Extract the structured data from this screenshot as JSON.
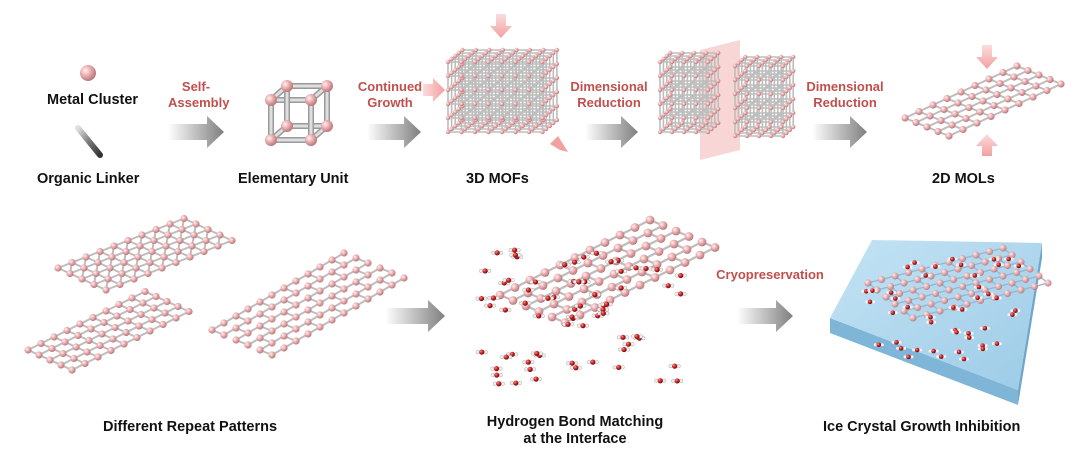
{
  "colors": {
    "node": "#e9a9ab",
    "bond": "#c9c9c9",
    "arrow": "#8c8c8c",
    "accent_text": "#c0504d",
    "ice": "#a8d3ec",
    "oxygen": "#c21b1b"
  },
  "legend": {
    "metal_cluster": "Metal Cluster",
    "organic_linker": "Organic Linker"
  },
  "top_row": {
    "elementary_unit": "Elementary Unit",
    "mofs_3d": "3D MOFs",
    "mols_2d": "2D MOLs",
    "step_self_assembly_1": "Self-",
    "step_self_assembly_2": "Assembly",
    "step_growth_1": "Continued",
    "step_growth_2": "Growth",
    "step_reduction_a1": "Dimensional",
    "step_reduction_a2": "Reduction",
    "step_reduction_b1": "Dimensional",
    "step_reduction_b2": "Reduction"
  },
  "bottom_row": {
    "patterns": "Different Repeat Patterns",
    "hbond_1": "Hydrogen Bond Matching",
    "hbond_2": "at the Interface",
    "step_cryo": "Cryopreservation",
    "ice": "Ice Crystal Growth Inhibition"
  }
}
